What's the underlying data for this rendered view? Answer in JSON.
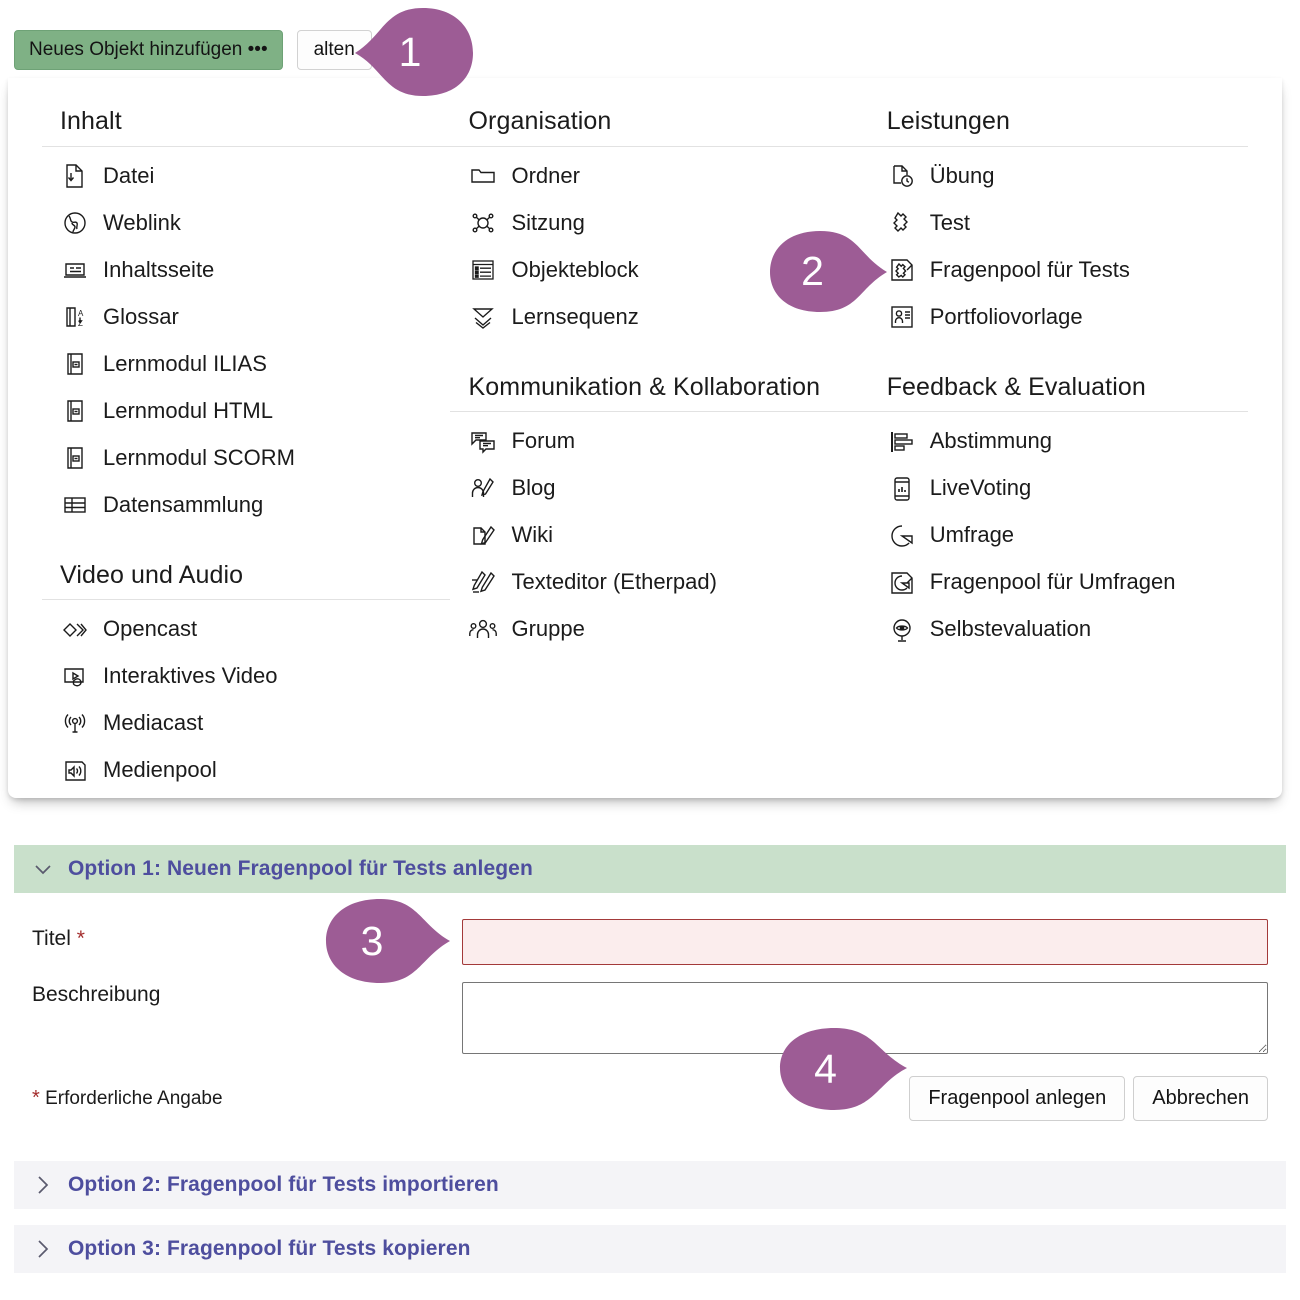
{
  "toolbar": {
    "add_object_button": "Neues Objekt hinzufügen •••",
    "secondary_button": "alten"
  },
  "dropdown": {
    "columns": [
      {
        "groups": [
          {
            "title": "Inhalt",
            "items": [
              {
                "label": "Datei",
                "icon": "file-download-icon"
              },
              {
                "label": "Weblink",
                "icon": "globe-icon"
              },
              {
                "label": "Inhaltsseite",
                "icon": "content-page-icon"
              },
              {
                "label": "Glossar",
                "icon": "glossary-az-icon"
              },
              {
                "label": "Lernmodul ILIAS",
                "icon": "learning-module-icon"
              },
              {
                "label": "Lernmodul HTML",
                "icon": "learning-module-icon"
              },
              {
                "label": "Lernmodul SCORM",
                "icon": "learning-module-icon"
              },
              {
                "label": "Datensammlung",
                "icon": "table-icon"
              }
            ]
          },
          {
            "title": "Video und Audio",
            "items": [
              {
                "label": "Opencast",
                "icon": "opencast-diamond-icon"
              },
              {
                "label": "Interaktives Video",
                "icon": "interactive-video-icon"
              },
              {
                "label": "Mediacast",
                "icon": "broadcast-icon"
              },
              {
                "label": "Medienpool",
                "icon": "speaker-icon"
              }
            ]
          }
        ]
      },
      {
        "groups": [
          {
            "title": "Organisation",
            "items": [
              {
                "label": "Ordner",
                "icon": "folder-icon"
              },
              {
                "label": "Sitzung",
                "icon": "session-nodes-icon"
              },
              {
                "label": "Objekteblock",
                "icon": "object-block-icon"
              },
              {
                "label": "Lernsequenz",
                "icon": "chevrons-down-icon"
              }
            ]
          },
          {
            "title": "Kommunikation & Kollaboration",
            "items": [
              {
                "label": "Forum",
                "icon": "forum-chat-icon"
              },
              {
                "label": "Blog",
                "icon": "person-pencil-icon"
              },
              {
                "label": "Wiki",
                "icon": "page-pencil-icon"
              },
              {
                "label": "Texteditor (Etherpad)",
                "icon": "pencil-line-icon"
              },
              {
                "label": "Gruppe",
                "icon": "group-people-icon"
              }
            ]
          }
        ]
      },
      {
        "groups": [
          {
            "title": "Leistungen",
            "items": [
              {
                "label": "Übung",
                "icon": "page-clock-icon"
              },
              {
                "label": "Test",
                "icon": "puzzle-icon"
              },
              {
                "label": "Fragenpool für Tests",
                "icon": "puzzle-page-icon"
              },
              {
                "label": "Portfoliovorlage",
                "icon": "portfolio-person-icon"
              }
            ]
          },
          {
            "title": "Feedback & Evaluation",
            "items": [
              {
                "label": "Abstimmung",
                "icon": "bar-chart-icon"
              },
              {
                "label": "LiveVoting",
                "icon": "phone-chart-icon"
              },
              {
                "label": "Umfrage",
                "icon": "pie-chart-icon"
              },
              {
                "label": "Fragenpool für Umfragen",
                "icon": "pie-page-icon"
              },
              {
                "label": "Selbstevaluation",
                "icon": "eye-globe-icon"
              }
            ]
          }
        ]
      }
    ]
  },
  "markers": [
    {
      "number": "1"
    },
    {
      "number": "2"
    },
    {
      "number": "3"
    },
    {
      "number": "4"
    }
  ],
  "form": {
    "option1": {
      "header": "Option 1: Neuen Fragenpool für Tests anlegen",
      "title_label": "Titel",
      "title_value": "",
      "description_label": "Beschreibung",
      "description_value": "",
      "required_note": "Erforderliche Angabe",
      "required_star": "*",
      "submit_button": "Fragenpool anlegen",
      "cancel_button": "Abbrechen"
    },
    "option2": {
      "header": "Option 2: Fragenpool für Tests importieren"
    },
    "option3": {
      "header": "Option 3: Fragenpool für Tests kopieren"
    }
  },
  "colors": {
    "marker_purple": "#9d5c95",
    "add_button_green": "#7fb185",
    "accordion_open_green": "#c9e0cb",
    "accordion_closed_grey": "#f4f4f7",
    "link_purple": "#4e4e9e",
    "error_border": "#a33a3a",
    "error_bg": "#fbeded"
  }
}
